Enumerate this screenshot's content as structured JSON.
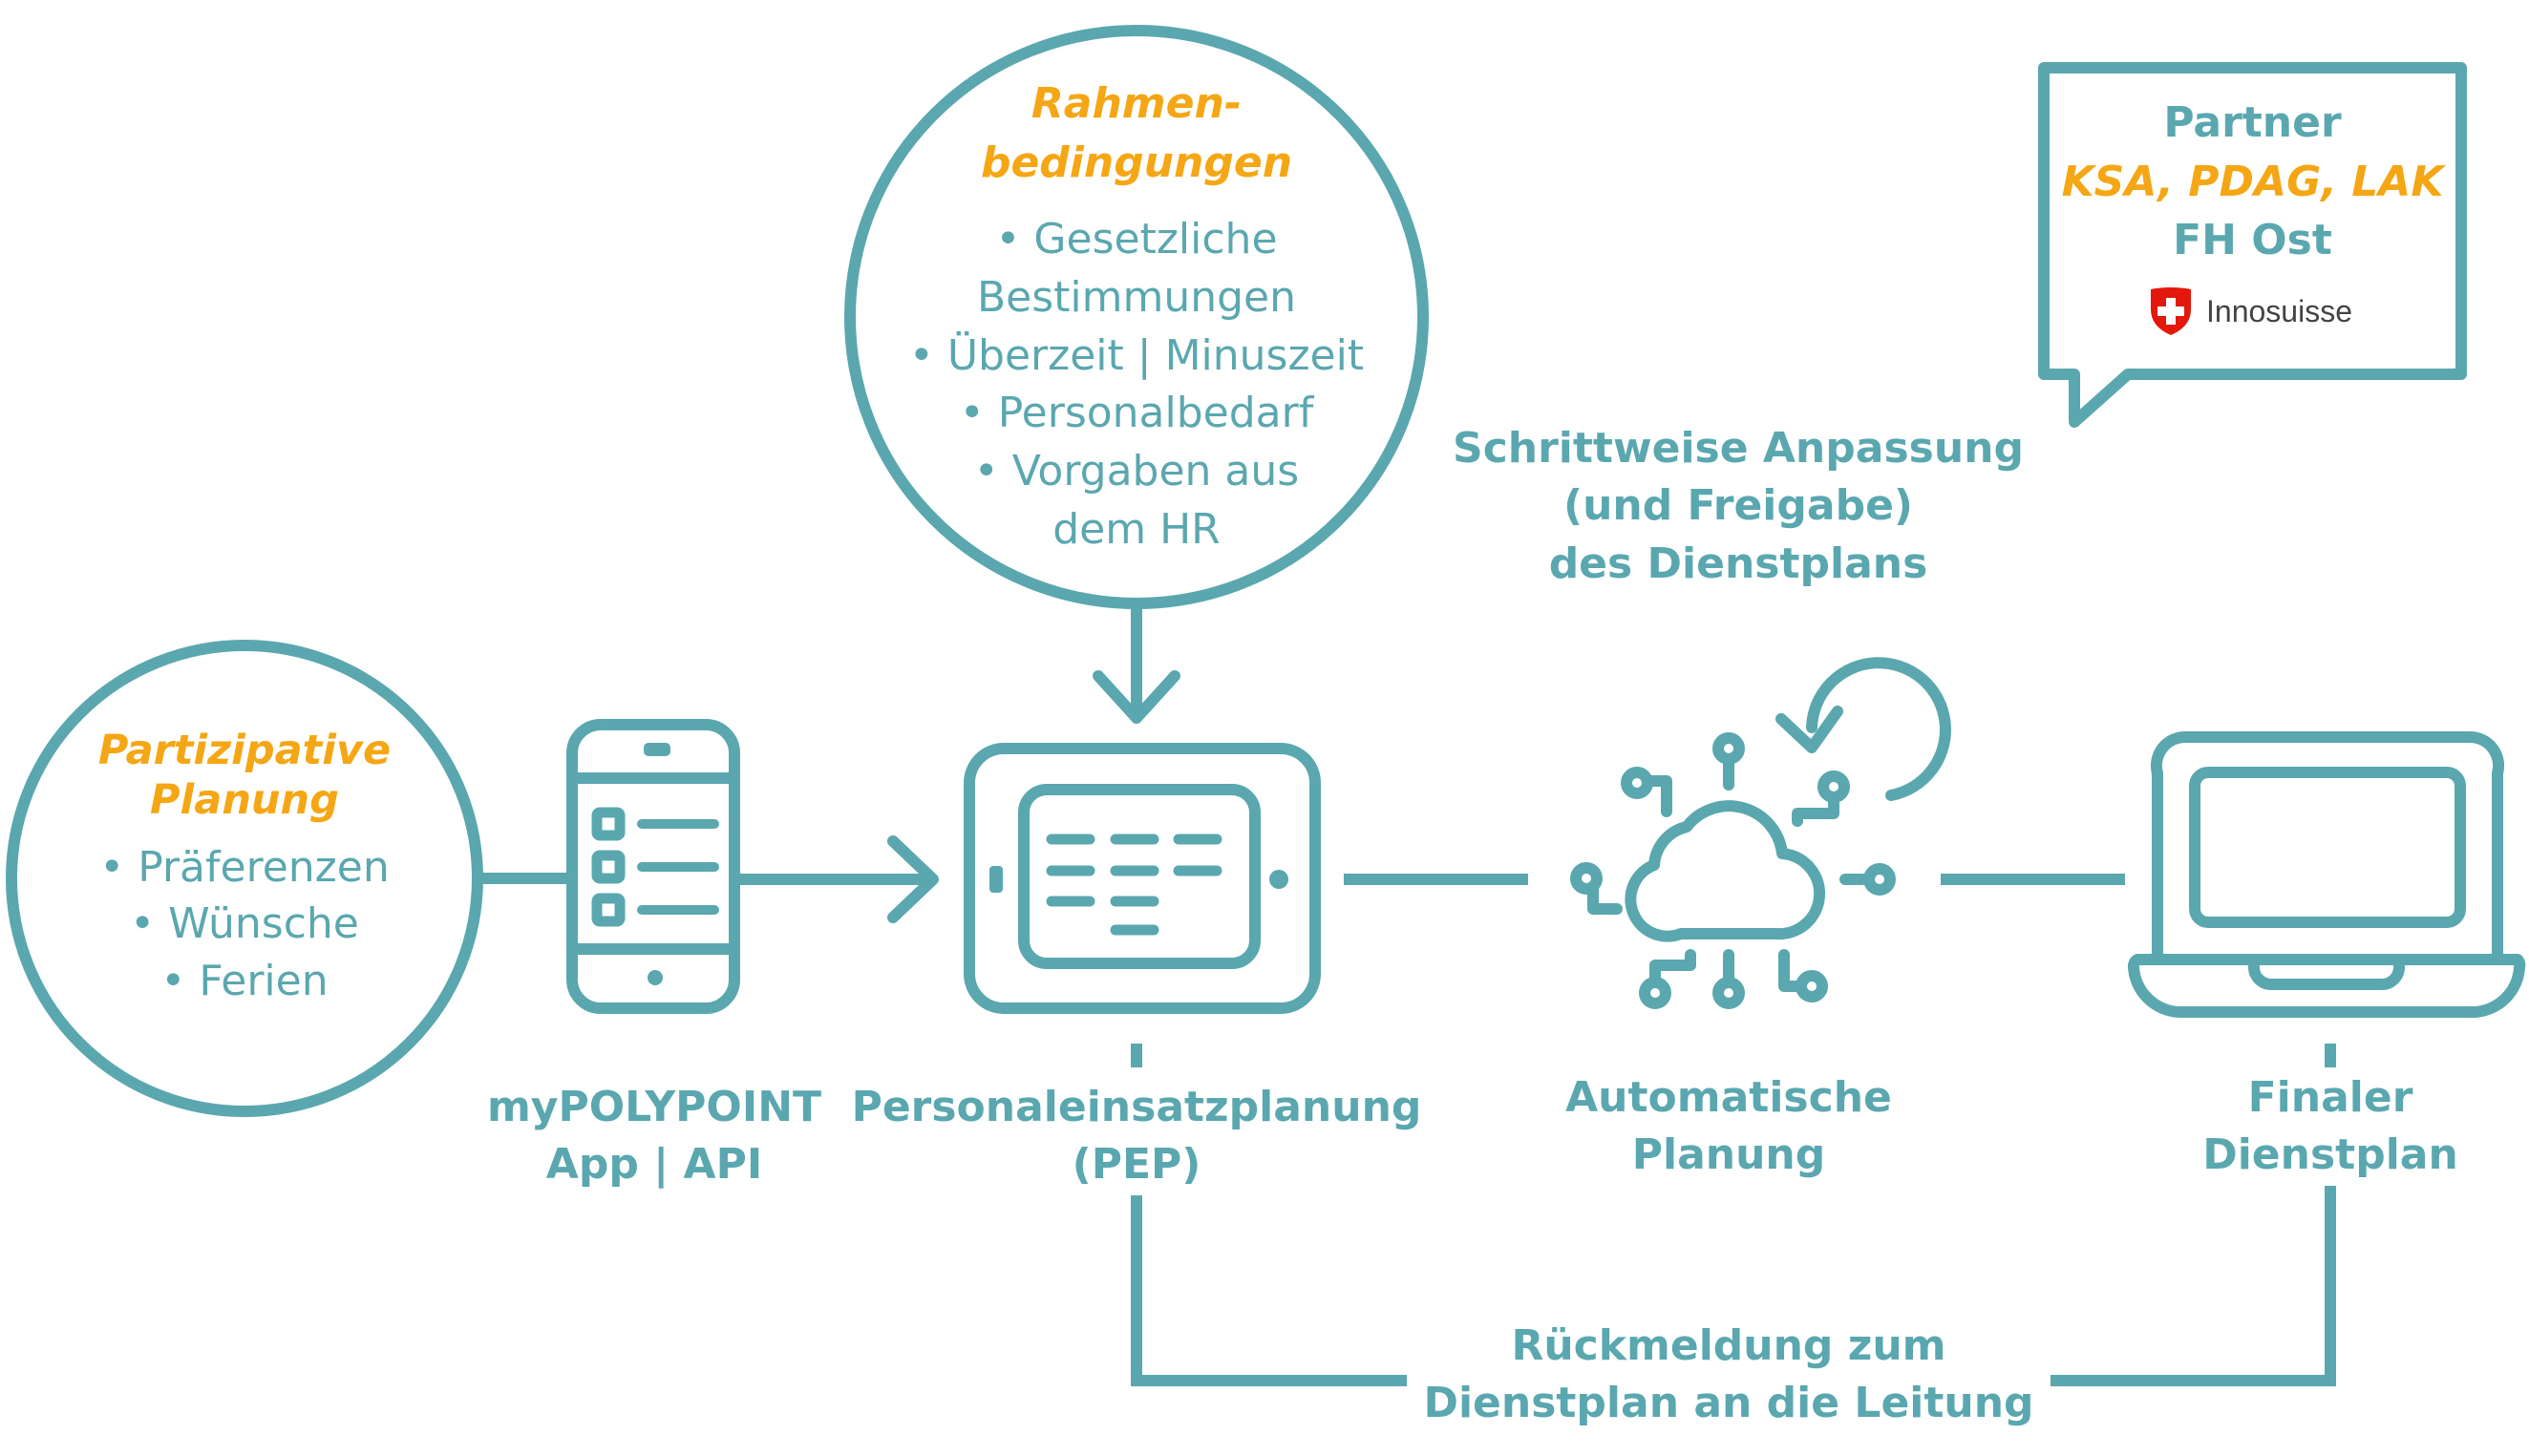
{
  "colors": {
    "teal": "#5aa7b0",
    "orange": "#f4a614",
    "swiss_red": "#e3170a"
  },
  "participative": {
    "title": [
      "Partizipative",
      "Planung"
    ],
    "items": [
      "• Präferenzen",
      "• Wünsche",
      "• Ferien"
    ]
  },
  "framework": {
    "title": [
      "Rahmen-",
      "bedingungen"
    ],
    "items": [
      "• Gesetzliche",
      "Bestimmungen",
      "• Überzeit | Minuszeit",
      "• Personalbedarf",
      "• Vorgaben aus",
      "dem HR"
    ]
  },
  "partner": {
    "label": "Partner",
    "partners": "KSA, PDAG, LAK",
    "institute": "FH Ost",
    "funder": "Innosuisse"
  },
  "nodes": {
    "app": [
      "myPOLYPOINT",
      "App | API"
    ],
    "pep": [
      "Personaleinsatzplanung",
      "(PEP)"
    ],
    "auto": [
      "Automatische",
      "Planung"
    ],
    "final": [
      "Finaler",
      "Dienstplan"
    ]
  },
  "iteration_label": [
    "Schrittweise Anpassung",
    "(und Freigabe)",
    "des Dienstplans"
  ],
  "feedback_label": [
    "Rückmeldung zum",
    "Dienstplan an die Leitung"
  ]
}
